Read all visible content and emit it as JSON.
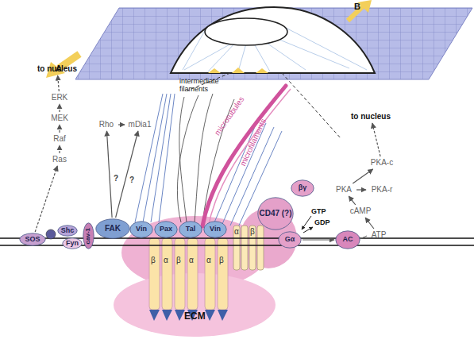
{
  "diagram": {
    "nodes": [
      {
        "text": [
          "to nucleus"
        ]
      },
      {
        "text": [
          "ERK"
        ]
      },
      {
        "text": [
          "MEK"
        ]
      },
      {
        "text": [
          "Raf"
        ]
      },
      {
        "text": [
          "Ras"
        ]
      },
      {
        "text": [
          "Rho"
        ]
      },
      {
        "text": [
          "mDia1"
        ]
      },
      {
        "text": [
          "SOS"
        ]
      },
      {
        "text": [
          "Shc"
        ]
      },
      {
        "text": [
          "Fyn"
        ]
      },
      {
        "text": [
          "cav-1"
        ]
      },
      {
        "text": [
          "FAK"
        ]
      },
      {
        "text": [
          "Vin"
        ]
      },
      {
        "text": [
          "Pax"
        ]
      },
      {
        "text": [
          "Tal"
        ]
      },
      {
        "text": [
          "Vin"
        ]
      },
      {
        "text": [
          "CD47 (?)"
        ]
      },
      {
        "text": [
          "βγ"
        ]
      },
      {
        "text": [
          "Gα"
        ]
      },
      {
        "text": [
          "AC"
        ]
      },
      {
        "text": [
          "ATP"
        ]
      },
      {
        "text": [
          "cAMP"
        ]
      },
      {
        "text": [
          "PKA"
        ]
      },
      {
        "text": [
          "PKA-r"
        ]
      },
      {
        "text": [
          "PKA-c"
        ]
      },
      {
        "text": [
          "to nucleus"
        ]
      }
    ],
    "edges": [
      {
        "from": 4,
        "to": 3,
        "arrow": "to"
      },
      {
        "from": 3,
        "to": 2,
        "arrow": "to"
      },
      {
        "from": 2,
        "to": 1,
        "arrow": "to"
      },
      {
        "from": 1,
        "to": 0,
        "arrow": "to"
      },
      {
        "from": 7,
        "to": 4,
        "arrow": "to"
      },
      {
        "from": 11,
        "to": 5,
        "label": "?",
        "arrow": "to"
      },
      {
        "from": 11,
        "to": 6,
        "label": "?",
        "arrow": "to"
      },
      {
        "from": 5,
        "to": 6,
        "arrow": "to"
      },
      {
        "from": 18,
        "to": 19,
        "arrow": "to"
      },
      {
        "from": 20,
        "to": 21,
        "arrow": "to"
      },
      {
        "from": 21,
        "to": 22,
        "arrow": "to"
      },
      {
        "from": 22,
        "to": 23,
        "arrow": "to"
      },
      {
        "from": 22,
        "to": 24,
        "arrow": "to"
      },
      {
        "from": 24,
        "to": 25,
        "arrow": "to"
      }
    ],
    "labels": [
      "A",
      "B",
      "intermediate filaments",
      "microtubules",
      "microfilaments",
      "ECM",
      "GTP",
      "GDP",
      "β",
      "α",
      "β",
      "α",
      "α",
      "β",
      "α",
      "β"
    ]
  }
}
